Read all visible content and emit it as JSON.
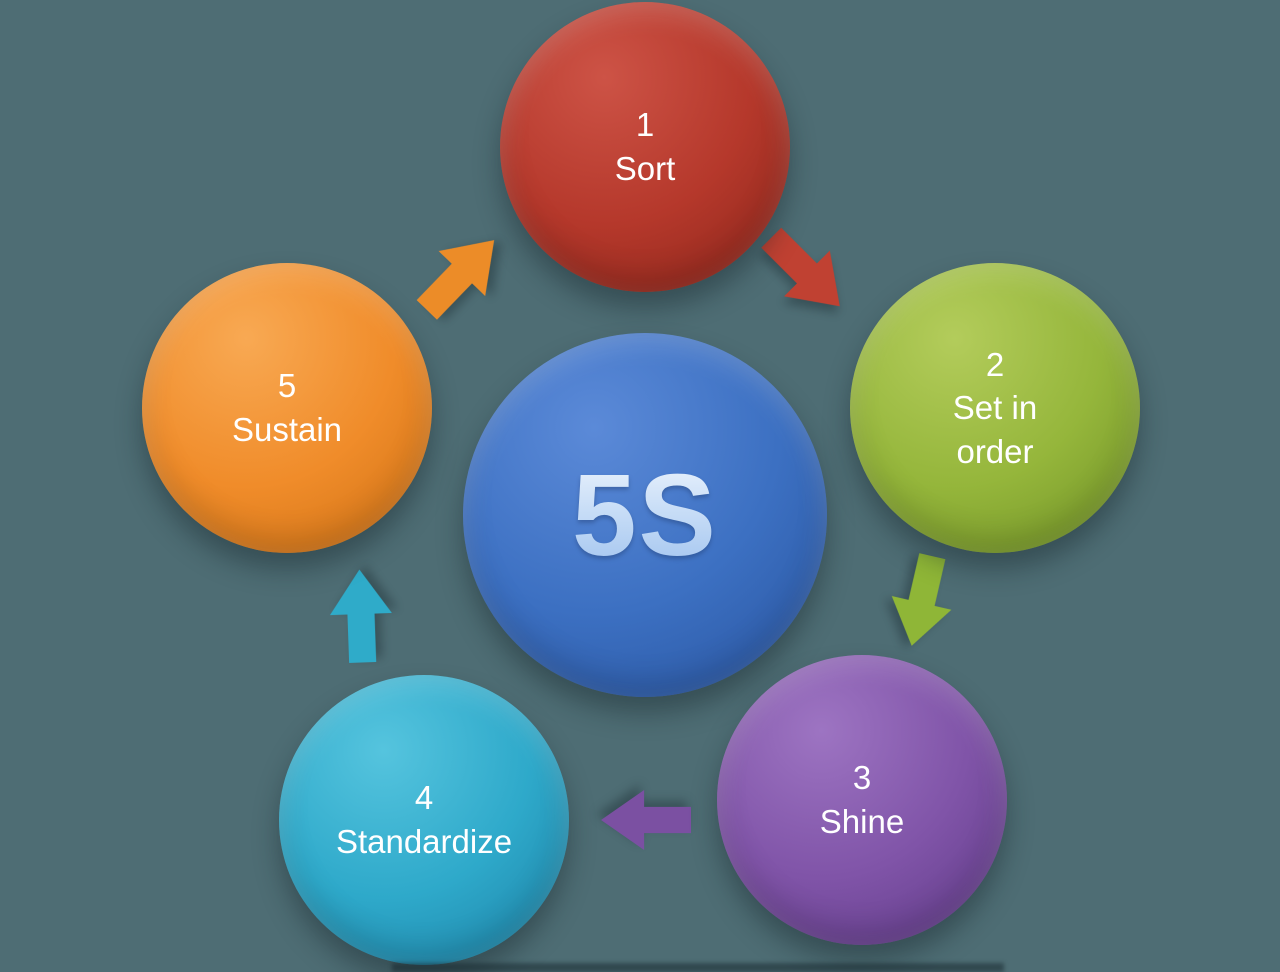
{
  "background_color": "#4e6d74",
  "diagram": {
    "type": "cycle",
    "center": {
      "label": "5S",
      "color_light": "#5b8ad8",
      "color": "#3c70c2",
      "color_dark": "#27529c",
      "text_color": "#cfe2f8"
    },
    "steps": [
      {
        "number": "1",
        "label": "Sort",
        "color_light": "#cd5346",
        "color": "#b5382b",
        "color_dark": "#872419"
      },
      {
        "number": "2",
        "label": "Set in order",
        "color_light": "#b3cc5b",
        "color": "#95b63b",
        "color_dark": "#6d8e24"
      },
      {
        "number": "3",
        "label": "Shine",
        "color_light": "#9d74c2",
        "color": "#8054a8",
        "color_dark": "#5c3884"
      },
      {
        "number": "4",
        "label": "Standardize",
        "color_light": "#55c4de",
        "color": "#2ea9ca",
        "color_dark": "#1b7da2"
      },
      {
        "number": "5",
        "label": "Sustain",
        "color_light": "#f8a953",
        "color": "#f08c2a",
        "color_dark": "#cc6f12"
      }
    ],
    "arrows": [
      {
        "name": "sort-to-set-in-order",
        "direction": "down-right",
        "color": "#c04132"
      },
      {
        "name": "set-in-order-to-shine",
        "direction": "down",
        "color": "#8fb637"
      },
      {
        "name": "shine-to-standardize",
        "direction": "left",
        "color": "#7b50a2"
      },
      {
        "name": "standardize-to-sustain",
        "direction": "up",
        "color": "#2fabc9"
      },
      {
        "name": "sustain-to-sort",
        "direction": "up-right",
        "color": "#ec8c28"
      }
    ]
  }
}
